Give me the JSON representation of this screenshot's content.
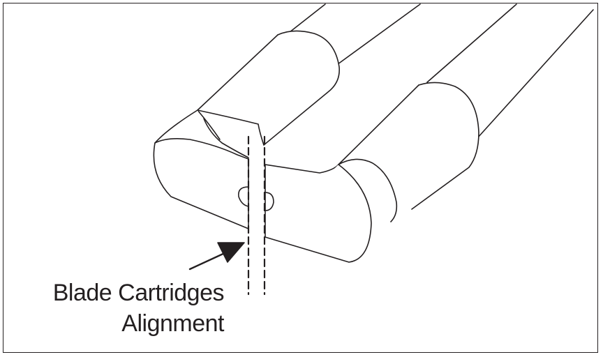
{
  "caption": {
    "line1": "Blade Cartridges",
    "line2": "Alignment"
  },
  "colors": {
    "line": "#231f20",
    "fill": "#ffffff"
  },
  "icons": [
    "blade-cartridge-left",
    "blade-cartridge-right",
    "alignment-arrow",
    "alignment-guide-lines"
  ]
}
